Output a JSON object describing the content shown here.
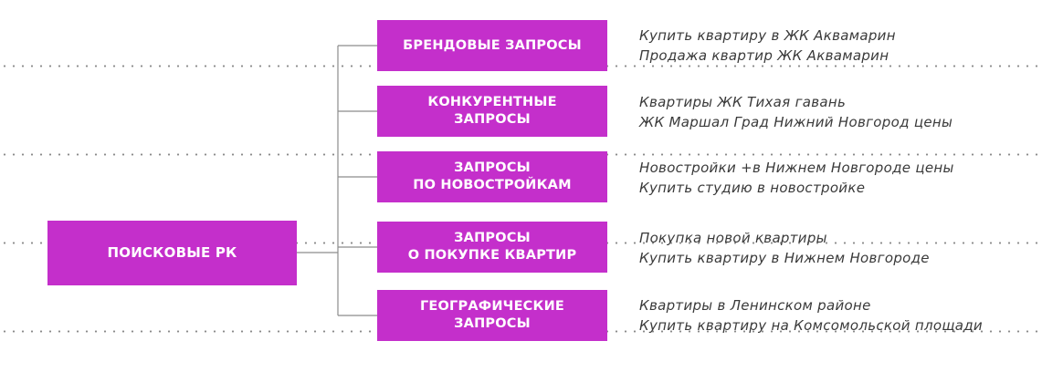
{
  "root": {
    "label": "ПОИСКОВЫЕ РК"
  },
  "categories": [
    {
      "lines": [
        "БРЕНДОВЫЕ ЗАПРОСЫ"
      ],
      "examples": [
        "Купить квартиру в ЖК Аквамарин",
        "Продажа квартир ЖК Аквамарин"
      ]
    },
    {
      "lines": [
        "КОНКУРЕНТНЫЕ",
        "ЗАПРОСЫ"
      ],
      "examples": [
        "Квартиры ЖК Тихая гавань",
        "ЖК Маршал Град Нижний Новгород цены"
      ]
    },
    {
      "lines": [
        "ЗАПРОСЫ",
        "ПО НОВОСТРОЙКАМ"
      ],
      "examples": [
        "Новостройки +в Нижнем Новгороде цены",
        "Купить студию в новостройке"
      ]
    },
    {
      "lines": [
        "ЗАПРОСЫ",
        "О ПОКУПКЕ КВАРТИР"
      ],
      "examples": [
        "Покупка новой квартиры",
        "Купить квартиру в Нижнем Новгороде"
      ]
    },
    {
      "lines": [
        "ГЕОГРАФИЧЕСКИЕ",
        "ЗАПРОСЫ"
      ],
      "examples": [
        "Квартиры в Ленинском районе",
        "Купить квартиру на Комсомольской площади"
      ]
    }
  ],
  "colors": {
    "box_fill": "#c42fcb",
    "box_text": "#ffffff",
    "example_text": "#3a3a3a",
    "connector": "#8c8c8c"
  }
}
